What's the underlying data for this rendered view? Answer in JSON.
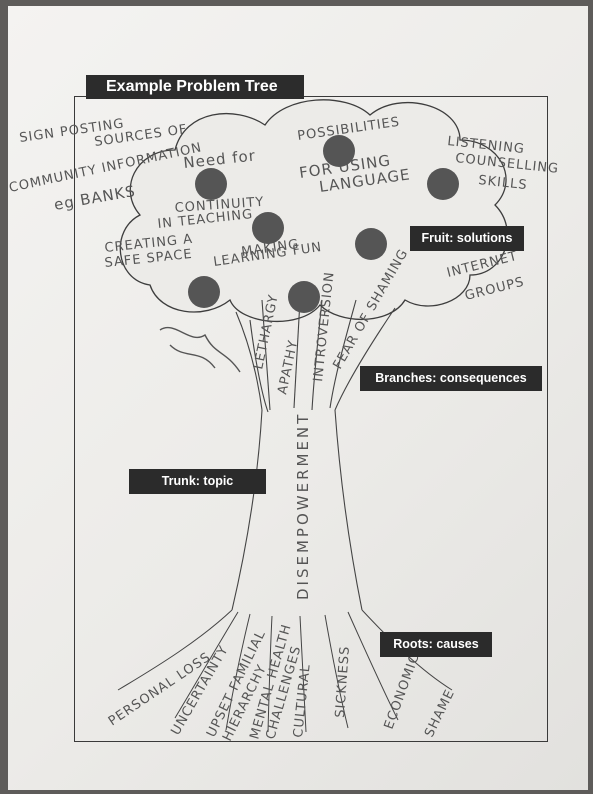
{
  "title": "Example Problem Tree",
  "labels": {
    "fruit": "Fruit: solutions",
    "branches": "Branches: consequences",
    "trunk": "Trunk: topic",
    "roots": "Roots: causes"
  },
  "handwriting": {
    "trunk": "DISEMPOWERMENT",
    "solutions": {
      "signposting": "SIGN POSTING",
      "sources": "SOURCES OF",
      "community": "COMMUNITY INFORMATION",
      "banks": "eg BANKS",
      "need_for": "Need for",
      "continuity": "CONTINUITY",
      "in_teaching": "IN TEACHING",
      "possibilities": "POSSIBILITIES",
      "for_using": "FOR USING",
      "language": "LANGUAGE",
      "listening": "LISTENING",
      "counselling": "COUNSELLING",
      "skills": "SKILLS",
      "creating": "CREATING A",
      "safe_space": "SAFE SPACE",
      "making": "MAKING",
      "learning_fun": "LEARNING FUN",
      "internet": "INTERNET",
      "groups": "GROUPS"
    },
    "consequences": {
      "lethargy": "LETHARGY",
      "apathy": "APATHY",
      "introversion": "INTROVERSION",
      "fear_of_shaming": "FEAR OF SHAMING"
    },
    "causes": {
      "personal_loss": "PERSONAL LOSS",
      "uncertainty": "UNCERTAINTY",
      "upset_familial": "UPSET FAMILIAL",
      "hierarchy": "HIERARCHY",
      "mental_health": "MENTAL HEALTH",
      "challenges": "CHALLENGES",
      "cultural": "CULTURAL",
      "sickness": "SICKNESS",
      "economic": "ECONOMIC",
      "shame": "SHAME"
    }
  }
}
